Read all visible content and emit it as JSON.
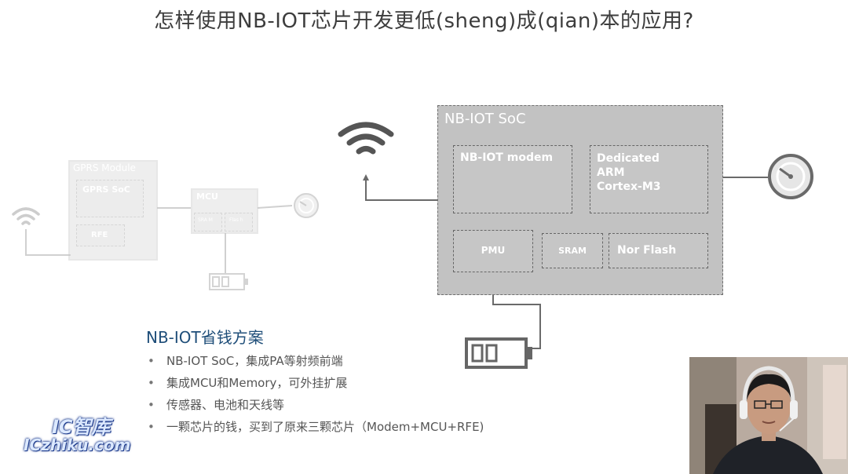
{
  "slide": {
    "title": "怎样使用NB-IOT芯片开发更低(sheng)成(qian)本的应用?"
  },
  "old_solution": {
    "gprs_module_label": "GPRS Module",
    "gprs_soc_label": "GPRS SoC",
    "rfe_label": "RFE",
    "mcu_label": "MCU",
    "sram_label": "SRA M",
    "flash_label": "Flas h"
  },
  "nb_soc": {
    "label": "NB-IOT SoC",
    "modem_label": "NB-IOT modem",
    "arm_lines": [
      "Dedicated",
      "ARM",
      "Cortex-M3"
    ],
    "pmu_label": "PMU",
    "sram_label": "SRAM",
    "nor_flash_label": "Nor Flash"
  },
  "savings": {
    "heading": "NB-IOT省钱方案",
    "bullets": [
      "NB-IOT SoC，集成PA等射频前端",
      "集成MCU和Memory，可外挂扩展",
      "传感器、电池和天线等",
      "一颗芯片的钱，买到了原来三颗芯片（Modem+MCU+RFE)"
    ]
  },
  "watermark": {
    "line1": "IC智库",
    "line2": "ICzhiku.com"
  },
  "icons": {
    "wifi": "wifi-icon",
    "gauge": "gauge-icon",
    "battery": "battery-icon"
  },
  "colors": {
    "title": "#3d3d3d",
    "heading": "#1f4e79",
    "soc_fill": "#c2c2c2",
    "block_fill": "#c6c6c6",
    "line": "#6a6a6a"
  }
}
